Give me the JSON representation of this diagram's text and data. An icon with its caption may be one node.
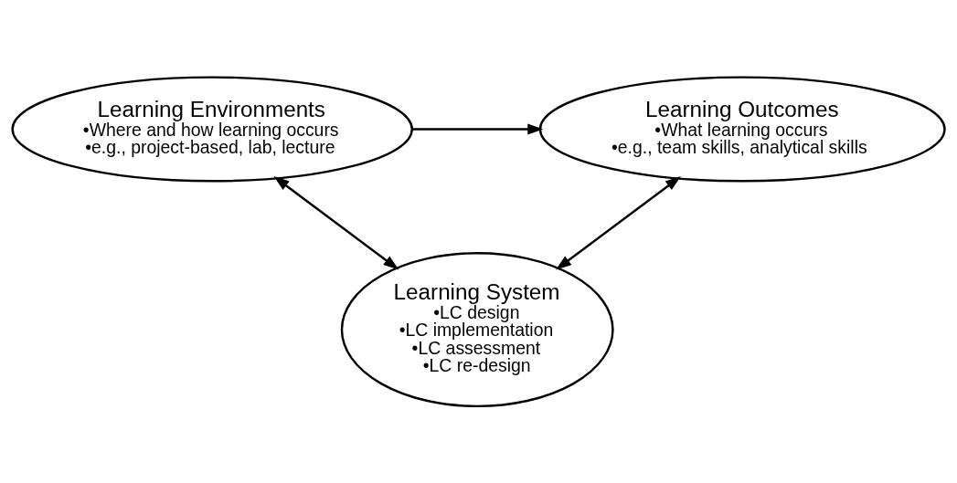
{
  "diagram": {
    "nodes": [
      {
        "text": [
          "Learning Environments",
          "•Where and how learning occurs",
          "•e.g., project-based, lab, lecture"
        ]
      },
      {
        "text": [
          "Learning Outcomes",
          "•What learning occurs",
          "•e.g., team skills, analytical skills"
        ]
      },
      {
        "text": [
          "Learning System",
          "•LC design",
          "•LC implementation",
          "•LC assessment",
          "•LC re-design"
        ]
      }
    ],
    "edges": [
      {
        "from": 0,
        "to": 1,
        "arrow": "to"
      },
      {
        "from": 0,
        "to": 2,
        "arrow": "both"
      },
      {
        "from": 1,
        "to": 2,
        "arrow": "both"
      }
    ]
  }
}
